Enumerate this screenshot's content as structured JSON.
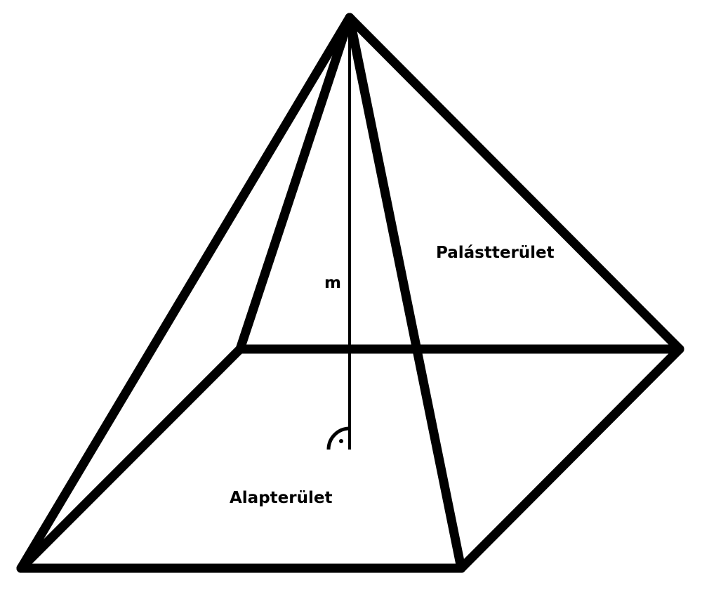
{
  "diagram": {
    "labels": {
      "height": "m",
      "lateral_area": "Palástterület",
      "base_area": "Alapterület"
    },
    "colors": {
      "stroke": "#000000",
      "background": "#ffffff"
    }
  }
}
